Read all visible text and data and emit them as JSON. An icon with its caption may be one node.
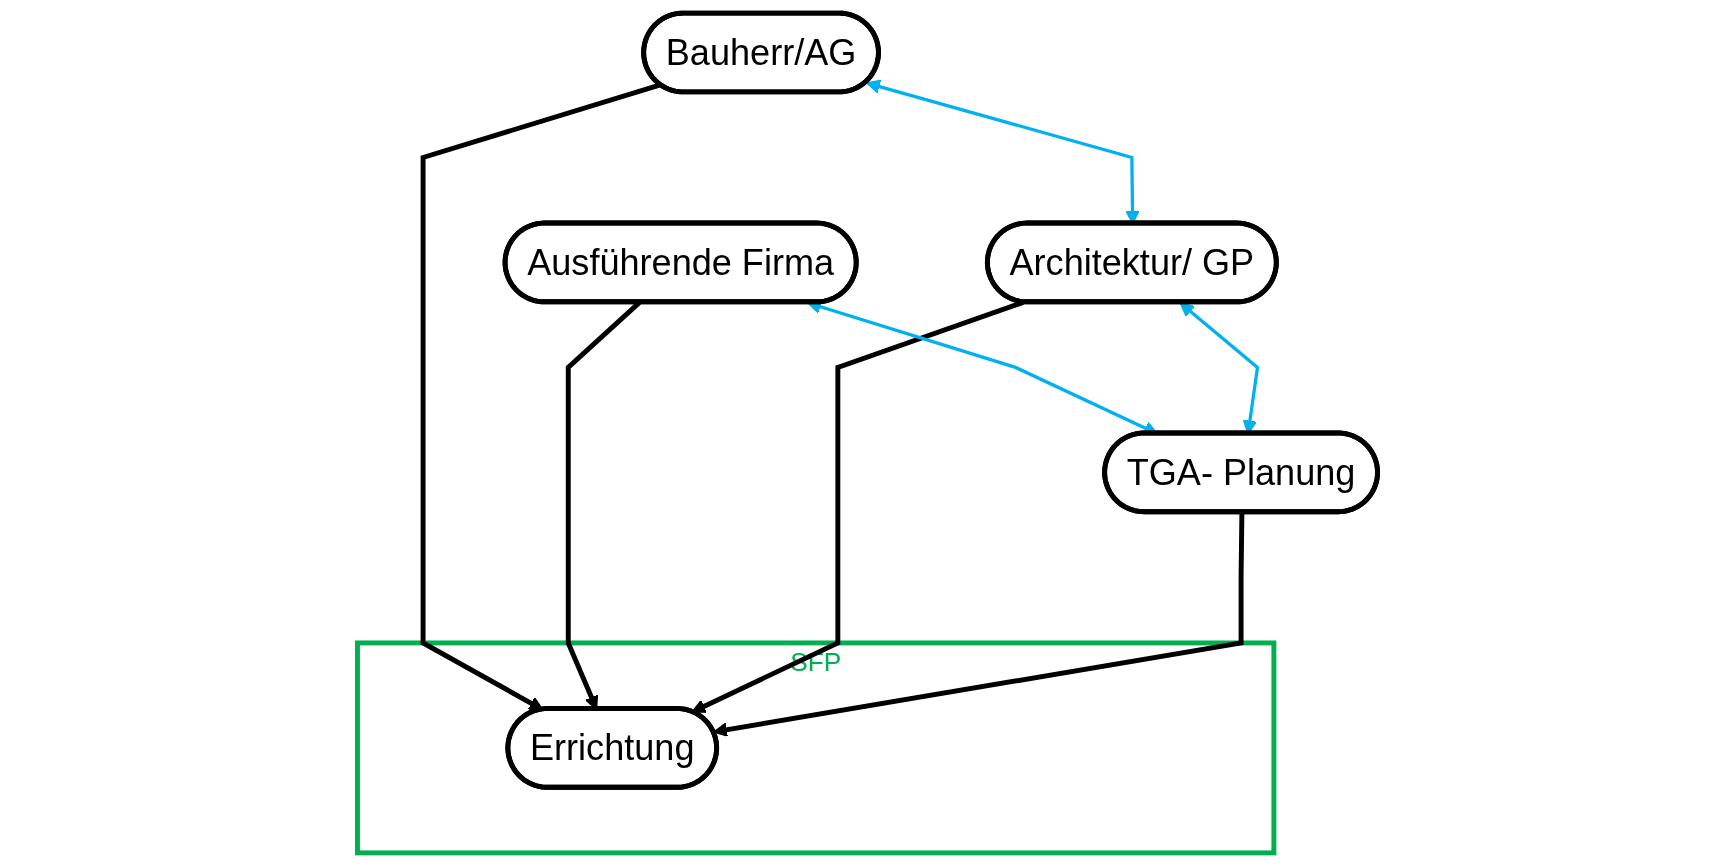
{
  "diagram": {
    "nodes": [
      {
        "text": [
          "Bauherr/AG"
        ]
      },
      {
        "text": [
          "SFP"
        ]
      },
      {
        "text": [
          "Ausführende Firma"
        ]
      },
      {
        "text": [
          "Errichtung"
        ],
        "in": 1
      },
      {
        "text": [
          "Architektur/ GP"
        ]
      },
      {
        "text": [
          "TGA- Planung"
        ]
      }
    ],
    "edges": [
      {
        "from": 0,
        "to": 3,
        "arrow": "to"
      },
      {
        "from": 2,
        "to": 3,
        "arrow": "to"
      },
      {
        "from": 4,
        "to": 3,
        "arrow": "to"
      },
      {
        "from": 5,
        "to": 3,
        "arrow": "to"
      },
      {
        "from": 0,
        "to": 4,
        "arrow": "both",
        "color": "#00b0f0"
      },
      {
        "from": 2,
        "to": 5,
        "arrow": "both",
        "color": "#00b0f0"
      },
      {
        "from": 4,
        "to": 5,
        "arrow": "both",
        "color": "#00b0f0"
      }
    ]
  }
}
